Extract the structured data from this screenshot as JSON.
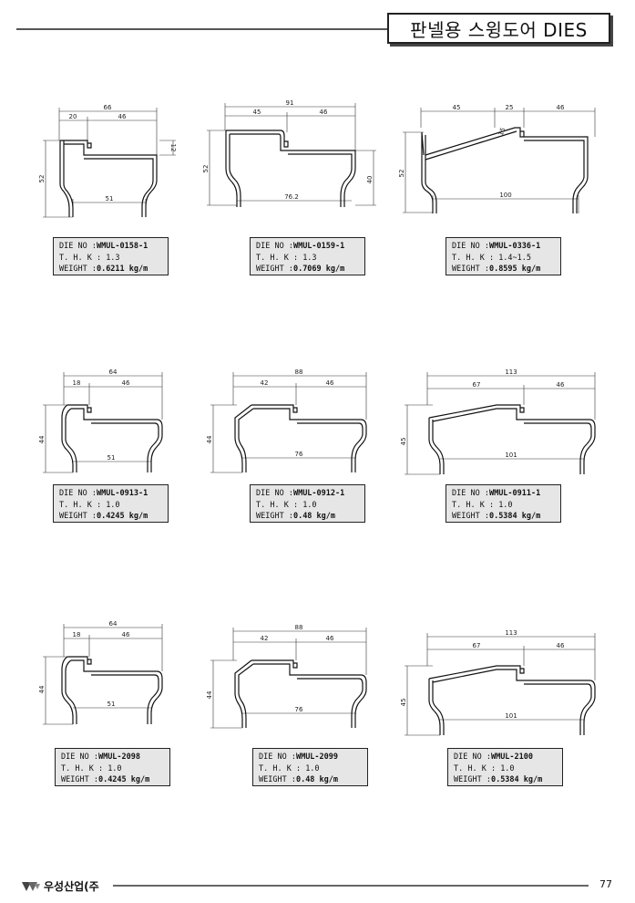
{
  "header": {
    "title": "판넬용 스윙도어 DIES"
  },
  "labels": {
    "die_no": "DIE NO :",
    "thk": "T. H. K :",
    "weight": "WEIGHT :"
  },
  "dies": [
    {
      "die_no": "WMUL-0158-1",
      "thk": "1.3",
      "weight": "0.6211 kg/m",
      "dims": [
        "66",
        "20",
        "46",
        "12",
        "52",
        "51"
      ]
    },
    {
      "die_no": "WMUL-0159-1",
      "thk": "1.3",
      "weight": "0.7069 kg/m",
      "dims": [
        "91",
        "45",
        "46",
        "52",
        "40",
        "76.2"
      ]
    },
    {
      "die_no": "WMUL-0336-1",
      "thk": "1.4~1.5",
      "weight": "0.8595 kg/m",
      "dims": [
        "45",
        "25",
        "46",
        "52",
        "100",
        "15"
      ]
    },
    {
      "die_no": "WMUL-0913-1",
      "thk": "1.0",
      "weight": "0.4245 kg/m",
      "dims": [
        "64",
        "18",
        "46",
        "44",
        "51"
      ]
    },
    {
      "die_no": "WMUL-0912-1",
      "thk": "1.0",
      "weight": "0.48 kg/m",
      "dims": [
        "88",
        "42",
        "46",
        "44",
        "76"
      ]
    },
    {
      "die_no": "WMUL-0911-1",
      "thk": "1.0",
      "weight": "0.5384 kg/m",
      "dims": [
        "113",
        "67",
        "46",
        "45",
        "101"
      ]
    },
    {
      "die_no": "WMUL-2098",
      "thk": "1.0",
      "weight": "0.4245 kg/m",
      "dims": [
        "64",
        "18",
        "46",
        "44",
        "51"
      ]
    },
    {
      "die_no": "WMUL-2099",
      "thk": "1.0",
      "weight": "0.48 kg/m",
      "dims": [
        "88",
        "42",
        "46",
        "44",
        "76"
      ]
    },
    {
      "die_no": "WMUL-2100",
      "thk": "1.0",
      "weight": "0.5384 kg/m",
      "dims": [
        "113",
        "67",
        "46",
        "45",
        "101"
      ]
    }
  ],
  "footer": {
    "company": "우성산업(주",
    "page": "77"
  }
}
